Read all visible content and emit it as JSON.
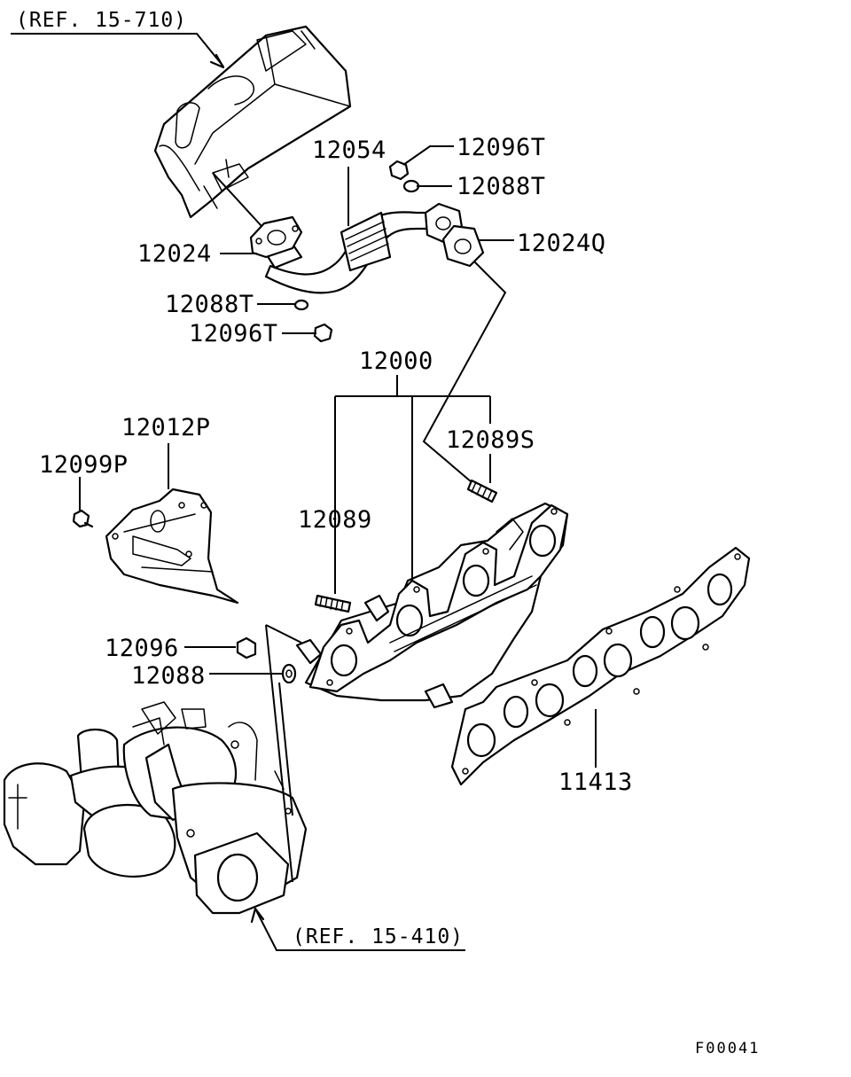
{
  "references": {
    "top": "(REF. 15-710)",
    "bottom": "(REF. 15-410)"
  },
  "part_labels": {
    "p12054": "12054",
    "p12096T_top": "12096T",
    "p12088T_top": "12088T",
    "p12024": "12024",
    "p12024Q": "12024Q",
    "p12088T_left": "12088T",
    "p12096T_left": "12096T",
    "p12000": "12000",
    "p12012P": "12012P",
    "p12099P": "12099P",
    "p12089S": "12089S",
    "p12089": "12089",
    "p12096": "12096",
    "p12088": "12088",
    "p11413": "11413"
  },
  "figure_code": "F00041"
}
